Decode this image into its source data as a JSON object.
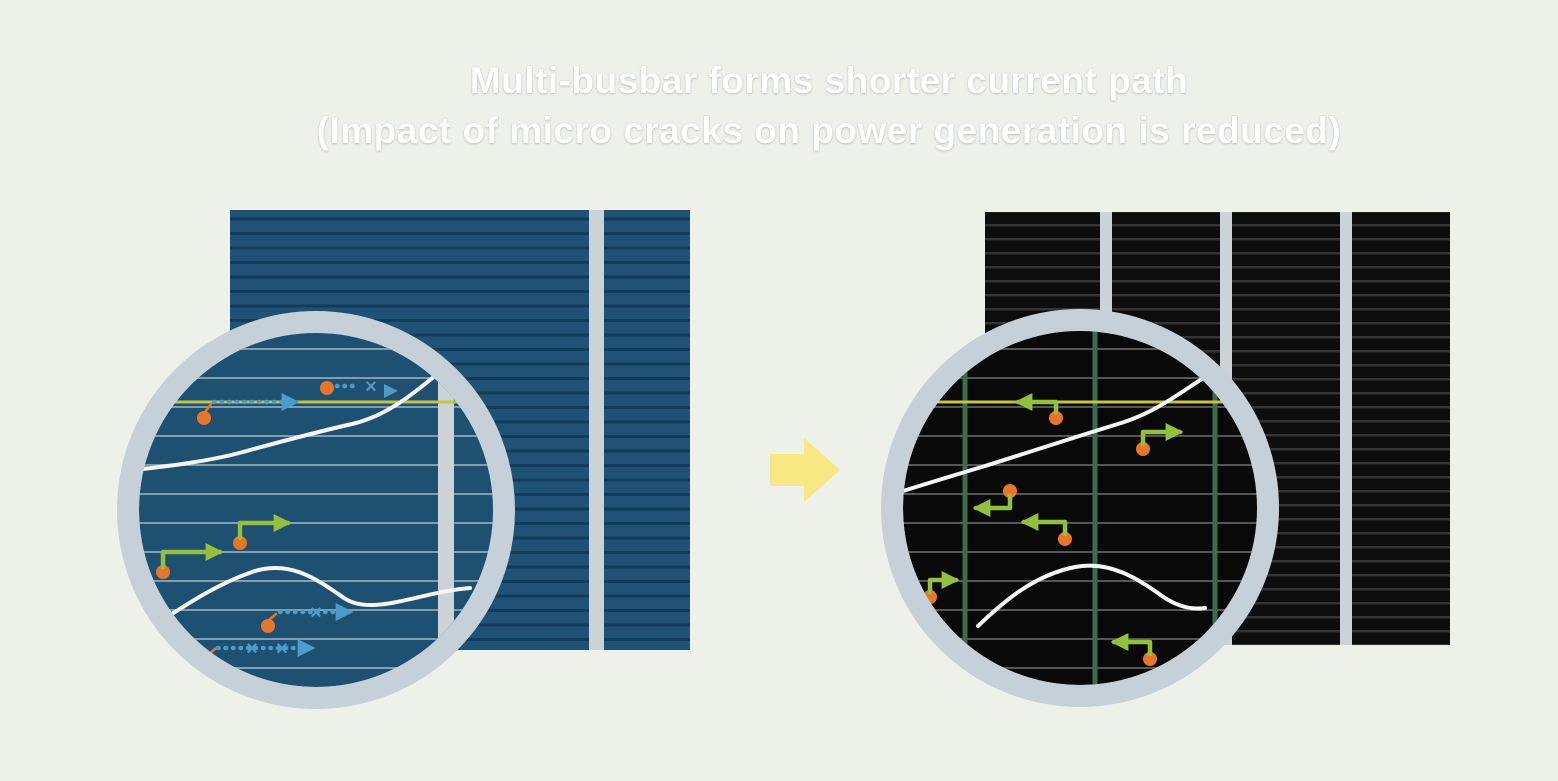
{
  "title": {
    "line1": "Multi-busbar forms shorter current path",
    "line2": "(Impact of micro cracks on power generation is reduced)"
  },
  "panels": {
    "left": {
      "description": "conventional-busbar-cell",
      "busbar_count_visible": 1,
      "magnifier_shows": [
        "micro-cracks",
        "long-blocked-current-paths",
        "electrons"
      ]
    },
    "right": {
      "description": "multi-busbar-cell",
      "busbar_count_visible": 3,
      "magnifier_shows": [
        "micro-cracks",
        "short-current-paths",
        "electrons"
      ]
    }
  },
  "colors": {
    "background": "#eef1ea",
    "title_text": "#ffffff",
    "left_cell": "#1f5276",
    "left_cell_finger": "#123c59",
    "right_cell": "#0d0d0d",
    "right_cell_finger": "#343434",
    "busbar": "#ccd3d6",
    "magnifier_rim": "#c6d0d8",
    "left_mag_bg": "#1d5071",
    "left_mag_finger": "#b9c6cf",
    "right_mag_bg": "#090909",
    "right_mag_finger": "#565656",
    "crack": "#f5f5f5",
    "electron_dot": "#e8762a",
    "long_path_arrow": "#4d9bc9",
    "short_path_arrow": "#93c13d",
    "transition_arrow": "#f7e883",
    "highlight_line": "#c6c344",
    "multi_busbar_line": "#3c6b4f"
  }
}
